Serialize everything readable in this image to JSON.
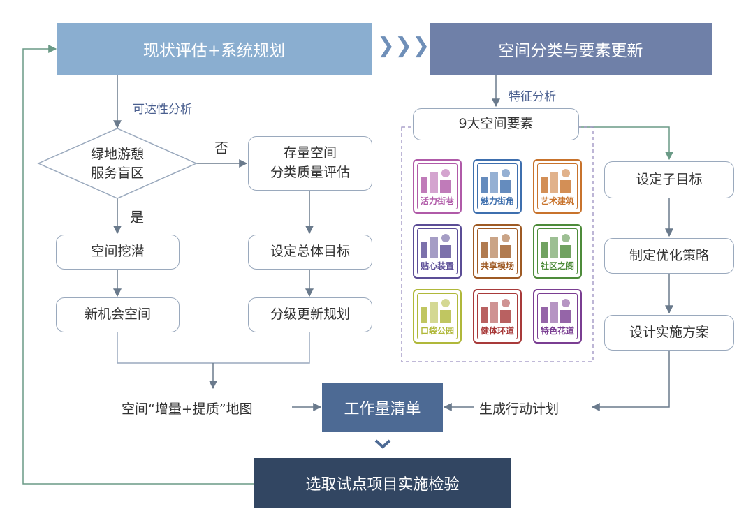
{
  "top_left_banner": "现状评估+系统规划",
  "top_right_banner": "空间分类与要素更新",
  "accessibility_label": "可达性分析",
  "decision": {
    "line1": "绿地游憩",
    "line2": "服务盲区"
  },
  "no_label": "否",
  "yes_label": "是",
  "stock_box": {
    "line1": "存量空间",
    "line2": "分类质量评估"
  },
  "space_potential": "空间挖潜",
  "new_opportunity": "新机会空间",
  "overall_goal": "设定总体目标",
  "tier_plan": "分级更新规划",
  "feature_label": "特征分析",
  "nine_elements": "9大空间要素",
  "sub_goal": "设定子目标",
  "strategy": "制定优化策略",
  "impl_plan": "设计实施方案",
  "map_label": "空间“增量+提质”地图",
  "workload": "工作量清单",
  "action_plan": "生成行动计划",
  "pilot": "选取试点项目实施检验",
  "tiles": [
    {
      "label": "活力街巷",
      "color": "#b05aa8"
    },
    {
      "label": "魅力街角",
      "color": "#3e6fae"
    },
    {
      "label": "艺术建筑",
      "color": "#c8732c"
    },
    {
      "label": "贴心装置",
      "color": "#5b4d96"
    },
    {
      "label": "共享模场",
      "color": "#9e5a24"
    },
    {
      "label": "社区之阁",
      "color": "#4d8b3a"
    },
    {
      "label": "口袋公园",
      "color": "#b0b83a"
    },
    {
      "label": "健体环道",
      "color": "#a83a3a"
    },
    {
      "label": "特色花道",
      "color": "#7a3e92"
    }
  ],
  "colors": {
    "banner_light": "#8aaed0",
    "banner_mid": "#6f80a8",
    "workload": "#4d6a94",
    "pilot": "#324662",
    "line": "#6a7a8c"
  }
}
